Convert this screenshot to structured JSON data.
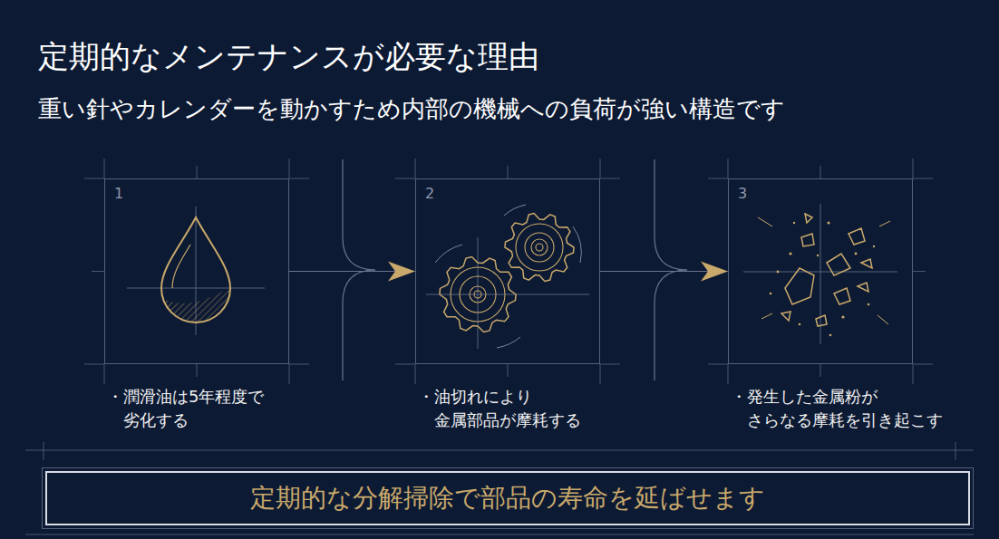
{
  "diagram": {
    "title": "定期的なメンテナンスが必要な理由",
    "nodes": [
      {
        "text": [
          "1",
          "・潤滑油は5年程度で 劣化する"
        ]
      },
      {
        "text": [
          "2",
          "・油切れにより 金属部品が摩耗する"
        ]
      },
      {
        "text": [
          "3",
          "・発生した金属粉が さらなる摩耗を引き起こす"
        ]
      },
      {
        "text": [
          "定期的な分解掃除で部品の寿命を延ばせます"
        ]
      }
    ],
    "edges": [
      {
        "from": 0,
        "to": 1,
        "arrow": "to"
      },
      {
        "from": 1,
        "to": 2,
        "arrow": "to"
      }
    ],
    "labels": [
      "重い針やカレンダーを動かすため内部の機械への負荷が強い構造です"
    ]
  }
}
